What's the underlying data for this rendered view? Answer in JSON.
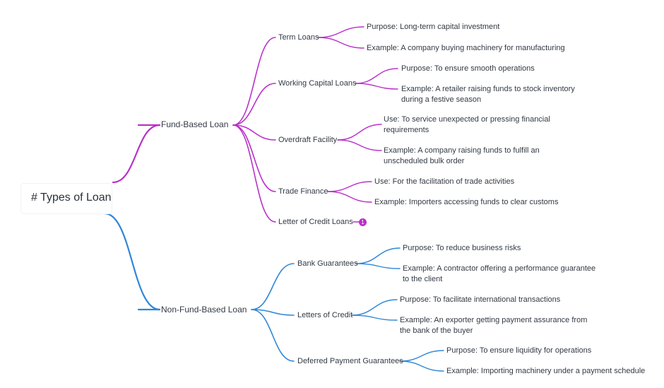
{
  "colors": {
    "fund": "#b931c9",
    "nonfund": "#2f86d6"
  },
  "root": {
    "label": "# Types of Loan"
  },
  "fund_based": {
    "label": "Fund-Based Loan",
    "items": [
      {
        "label": "Term Loans",
        "details": [
          "Purpose: Long-term capital investment",
          "Example: A company buying machinery for manufacturing"
        ]
      },
      {
        "label": "Working Capital Loans",
        "details": [
          "Purpose: To ensure smooth operations",
          "Example: A retailer raising funds to stock inventory during a festive season"
        ]
      },
      {
        "label": "Overdraft Facility",
        "details": [
          "Use: To service unexpected or pressing financial requirements",
          "Example: A company raising funds to fulfill an unscheduled bulk order"
        ]
      },
      {
        "label": "Trade Finance",
        "details": [
          "Use: For the facilitation of trade activities",
          "Example: Importers accessing funds to clear customs"
        ]
      },
      {
        "label": "Letter of Credit Loans",
        "collapsed_count": "1"
      }
    ]
  },
  "non_fund_based": {
    "label": "Non-Fund-Based Loan",
    "items": [
      {
        "label": "Bank Guarantees",
        "details": [
          "Purpose: To reduce business risks",
          "Example: A contractor offering a performance guarantee to the client"
        ]
      },
      {
        "label": "Letters of Credit",
        "details": [
          "Purpose: To facilitate international transactions",
          "Example: An exporter getting payment assurance from the bank of the buyer"
        ]
      },
      {
        "label": "Deferred Payment Guarantees",
        "details": [
          "Purpose: To ensure liquidity for operations",
          "Example: Importing machinery under a payment schedule"
        ]
      }
    ]
  }
}
